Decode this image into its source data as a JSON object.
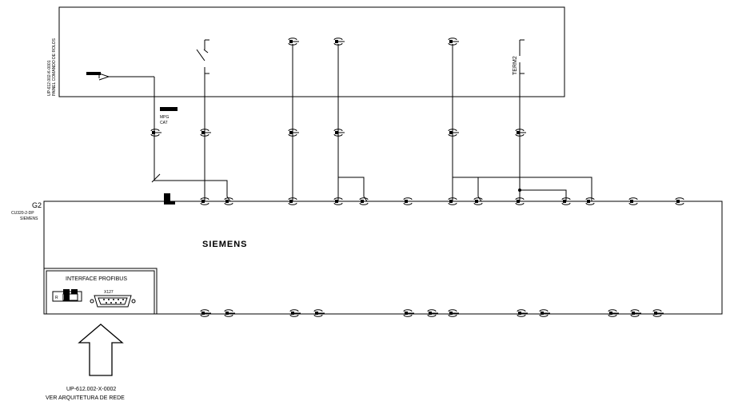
{
  "top_panel": {
    "side_label_1": "UP-612.002-K-0001",
    "side_label_2": "PAINEL COMANDO DE ROLOS",
    "terminal_label": "TERM2"
  },
  "mpg_label": {
    "line1": "MPG",
    "line2": "CAT"
  },
  "module": {
    "id": "G2",
    "model": "CU320-2-DP",
    "maker": "SIEMENS",
    "brand": "SIEMENS"
  },
  "interface": {
    "title": "INTERFACE PROFIBUS",
    "port_label": "X127",
    "switch_label": "R"
  },
  "reference": {
    "doc": "UP-612.002-X-0002",
    "note": "VER ARQUITETURA DE REDE"
  }
}
